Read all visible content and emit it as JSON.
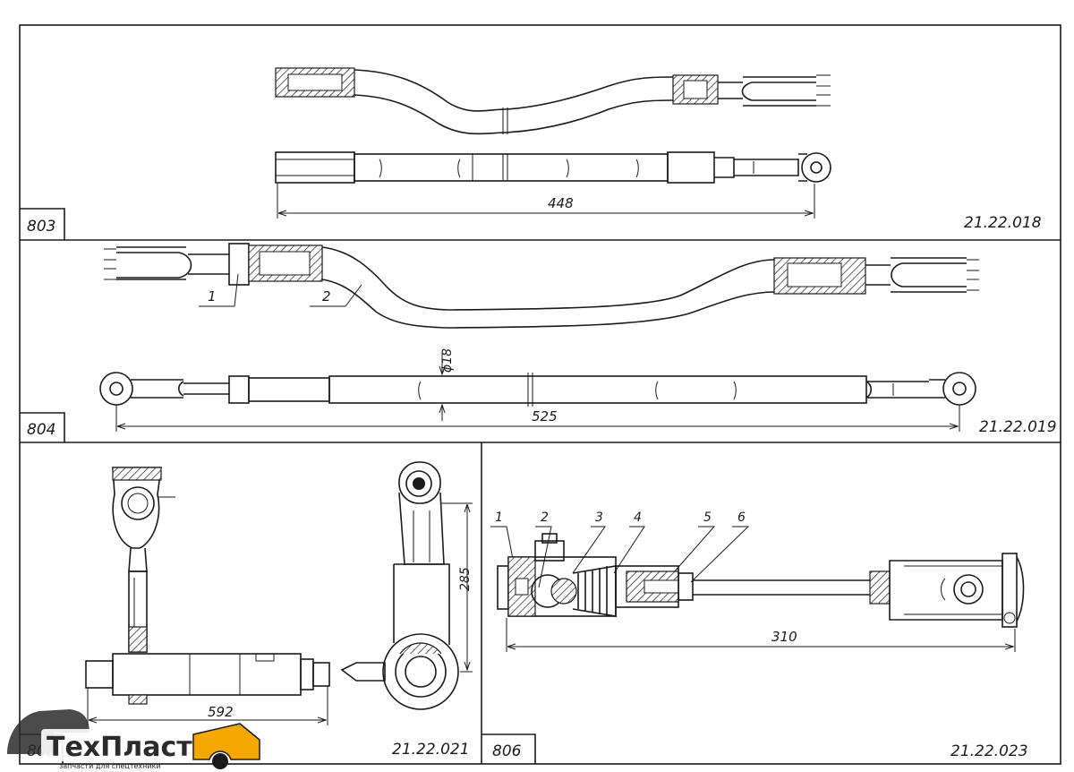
{
  "panels": {
    "p803": {
      "number": "803",
      "code": "21.22.018",
      "dim_length": "448"
    },
    "p804": {
      "number": "804",
      "code": "21.22.019",
      "dim_length": "525",
      "dim_diameter": "ϕ18",
      "callout_1": "1",
      "callout_2": "2"
    },
    "p805": {
      "number": "805",
      "code": "21.22.021",
      "dim_length": "592",
      "dim_height": "285"
    },
    "p806": {
      "number": "806",
      "code": "21.22.023",
      "dim_length": "310",
      "callouts": [
        "1",
        "2",
        "3",
        "4",
        "5",
        "6"
      ]
    }
  },
  "logo": {
    "name": "ТехПласт",
    "tagline": "запчасти для спецтехники",
    "accent_color": "#f5a800"
  }
}
